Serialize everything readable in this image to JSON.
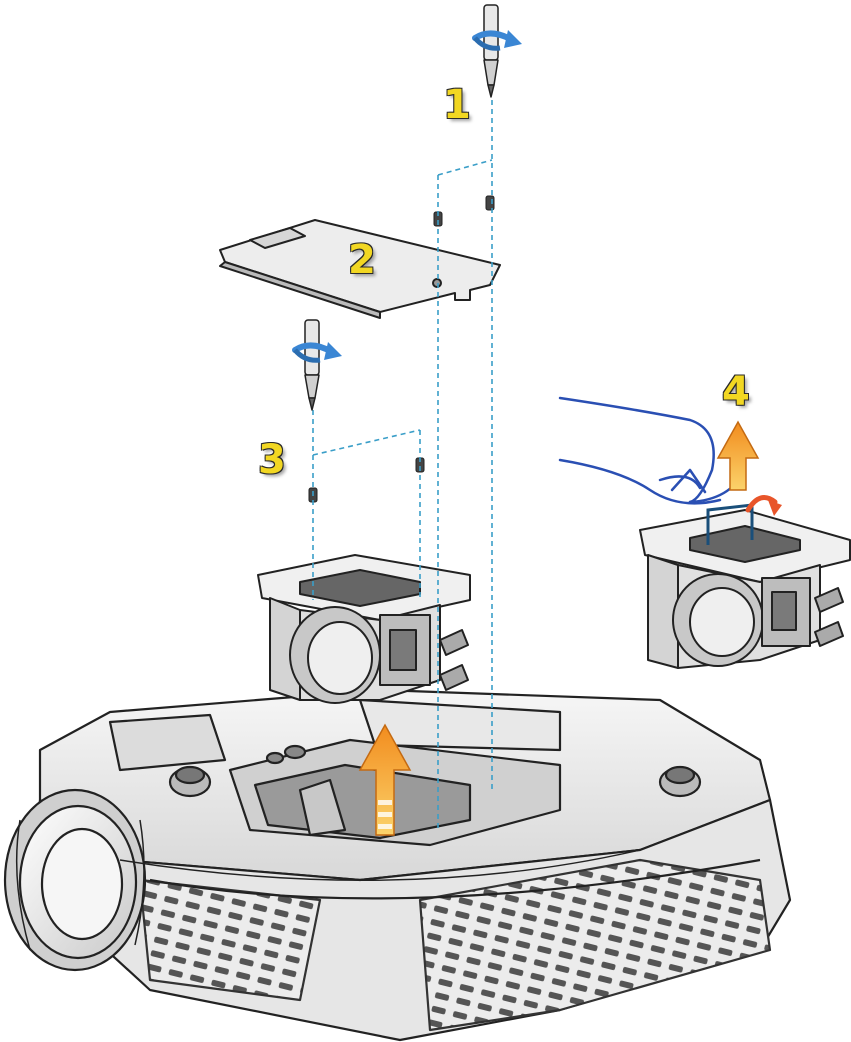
{
  "steps": [
    {
      "number": "1",
      "label": "1"
    },
    {
      "number": "2",
      "label": "2"
    },
    {
      "number": "3",
      "label": "3"
    },
    {
      "number": "4",
      "label": "4"
    }
  ],
  "colors": {
    "label_fill": "#f2d722",
    "label_outline": "#2a2a2a",
    "rotation_arrow": "#3a86d4",
    "lift_arrow": "#f28c1e",
    "guide_line": "#3a9ec8",
    "hand_outline": "#2a4fb3",
    "line_art": "#222222",
    "body_fill": "#f3f3f3"
  },
  "icons": {
    "screwdriver": "screwdriver-icon",
    "rotate": "rotate-arrow-icon",
    "lift": "up-arrow-icon"
  }
}
